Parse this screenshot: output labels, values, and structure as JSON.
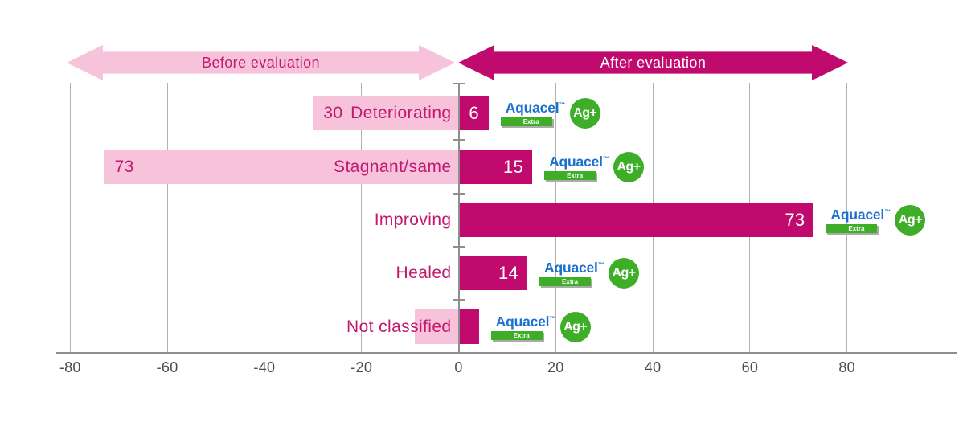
{
  "header": {
    "before_label": "Before evaluation",
    "after_label": "After evaluation"
  },
  "chart_data": {
    "type": "bar",
    "orientation": "horizontal_diverging",
    "categories": [
      "Deteriorating",
      "Stagnant/same",
      "Improving",
      "Healed",
      "Not classified"
    ],
    "series": [
      {
        "name": "Before evaluation",
        "side": "left",
        "color": "#F7C3DA",
        "values": [
          30,
          73,
          0,
          0,
          9
        ],
        "labels": [
          "30",
          "73",
          "",
          "",
          ""
        ]
      },
      {
        "name": "After evaluation",
        "side": "right",
        "color": "#C00A6E",
        "values": [
          6,
          15,
          73,
          14,
          4
        ],
        "labels": [
          "6",
          "15",
          "73",
          "14",
          ""
        ]
      }
    ],
    "title": "",
    "xlabel": "",
    "ylabel": "",
    "xlim": [
      -80,
      80
    ],
    "grid": true,
    "x_ticks": [
      {
        "value": -80,
        "label": "-80"
      },
      {
        "value": -60,
        "label": "-60"
      },
      {
        "value": -40,
        "label": "-40"
      },
      {
        "value": -20,
        "label": "-20"
      },
      {
        "value": 0,
        "label": "0"
      },
      {
        "value": 20,
        "label": "20"
      },
      {
        "value": 40,
        "label": "40"
      },
      {
        "value": 60,
        "label": "60"
      },
      {
        "value": 80,
        "label": "80"
      }
    ]
  },
  "logo": {
    "brand": "Aquacel",
    "trademark": "™",
    "variant": "Extra",
    "badge": "Ag+"
  },
  "colors": {
    "magenta": "#C00A6E",
    "pink": "#F7C3DA",
    "labeltext": "#C21870",
    "blue": "#1B71CE",
    "green": "#3EAE28",
    "grid": "#B2B2B2",
    "axis": "#8E8E8E",
    "ticktext": "#4D4D4F"
  }
}
